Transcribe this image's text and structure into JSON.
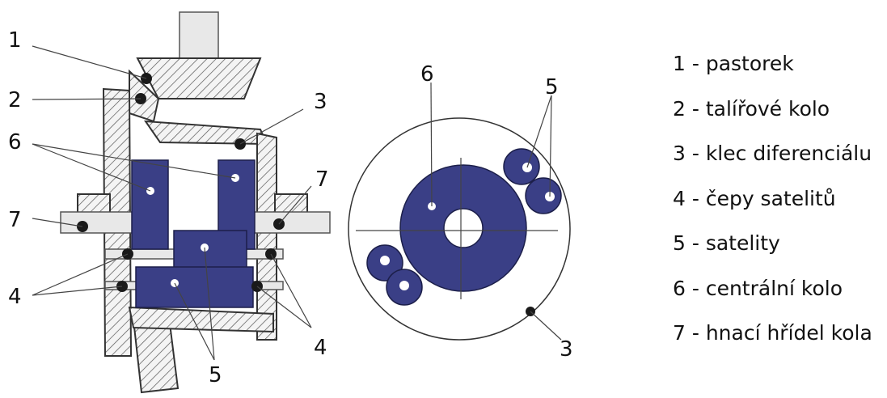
{
  "callouts": {
    "left": {
      "n1": "1",
      "n2": "2",
      "n3": "3",
      "n6": "6",
      "n7a": "7",
      "n7b": "7",
      "n4a": "4",
      "n4b": "4",
      "n5": "5"
    },
    "right": {
      "n6": "6",
      "n5": "5",
      "n3": "3"
    }
  },
  "legend": [
    "1 - pastorek",
    "2 - talířové kolo",
    "3 - klec diferenciálu",
    "4 - čepy satelitů",
    "5 - satelity",
    "6 - centrální kolo",
    "7 - hnací hřídel kola"
  ]
}
